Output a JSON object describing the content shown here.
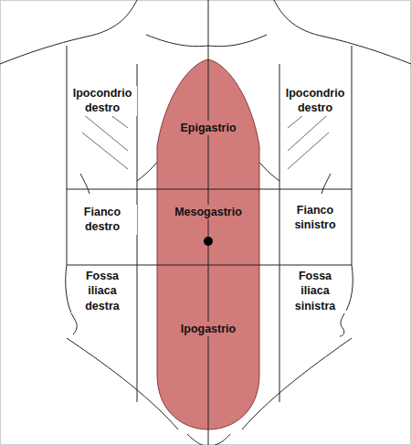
{
  "diagram": {
    "labels": [
      "Ipocondrio destro",
      "Ipocondrio destro",
      "Epigastrio",
      "Fianco destro",
      "Mesogastrio",
      "Fianco sinistro",
      "Fossa iliaca destra",
      "Ipogastrio",
      "Fossa iliaca sinistra"
    ]
  }
}
